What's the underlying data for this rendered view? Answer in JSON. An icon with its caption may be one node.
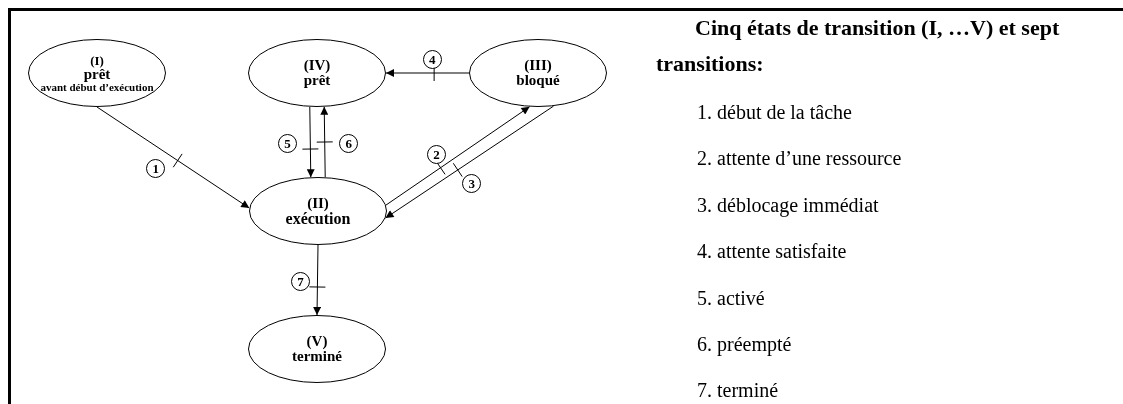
{
  "diagram": {
    "title": "Cinq états de transition (I, …V) et sept transitions:",
    "nodes": [
      {
        "text": [
          "(I)",
          "prêt",
          "avant début d’exécution"
        ]
      },
      {
        "text": [
          "(IV)",
          "prêt"
        ]
      },
      {
        "text": [
          "(III)",
          "bloqué"
        ]
      },
      {
        "text": [
          "(II)",
          "exécution"
        ]
      },
      {
        "text": [
          "(V)",
          "terminé"
        ]
      }
    ],
    "edges": [
      {
        "from": 0,
        "to": 3,
        "arrow": "to",
        "label": "1"
      },
      {
        "from": 1,
        "to": 3,
        "arrow": "to",
        "label": "5"
      },
      {
        "from": 3,
        "to": 1,
        "arrow": "to",
        "label": "6"
      },
      {
        "from": 3,
        "to": 2,
        "arrow": "to",
        "label": "2"
      },
      {
        "from": 2,
        "to": 3,
        "arrow": "to",
        "label": "3"
      },
      {
        "from": 2,
        "to": 1,
        "arrow": "to",
        "label": "4"
      },
      {
        "from": 3,
        "to": 4,
        "arrow": "to",
        "label": "7"
      }
    ],
    "labels": [
      "1. début de la tâche",
      "2. attente d’une ressource",
      "3. déblocage immédiat",
      "4. attente satisfaite",
      "5. activé",
      "6. préempté",
      "7. terminé"
    ]
  }
}
